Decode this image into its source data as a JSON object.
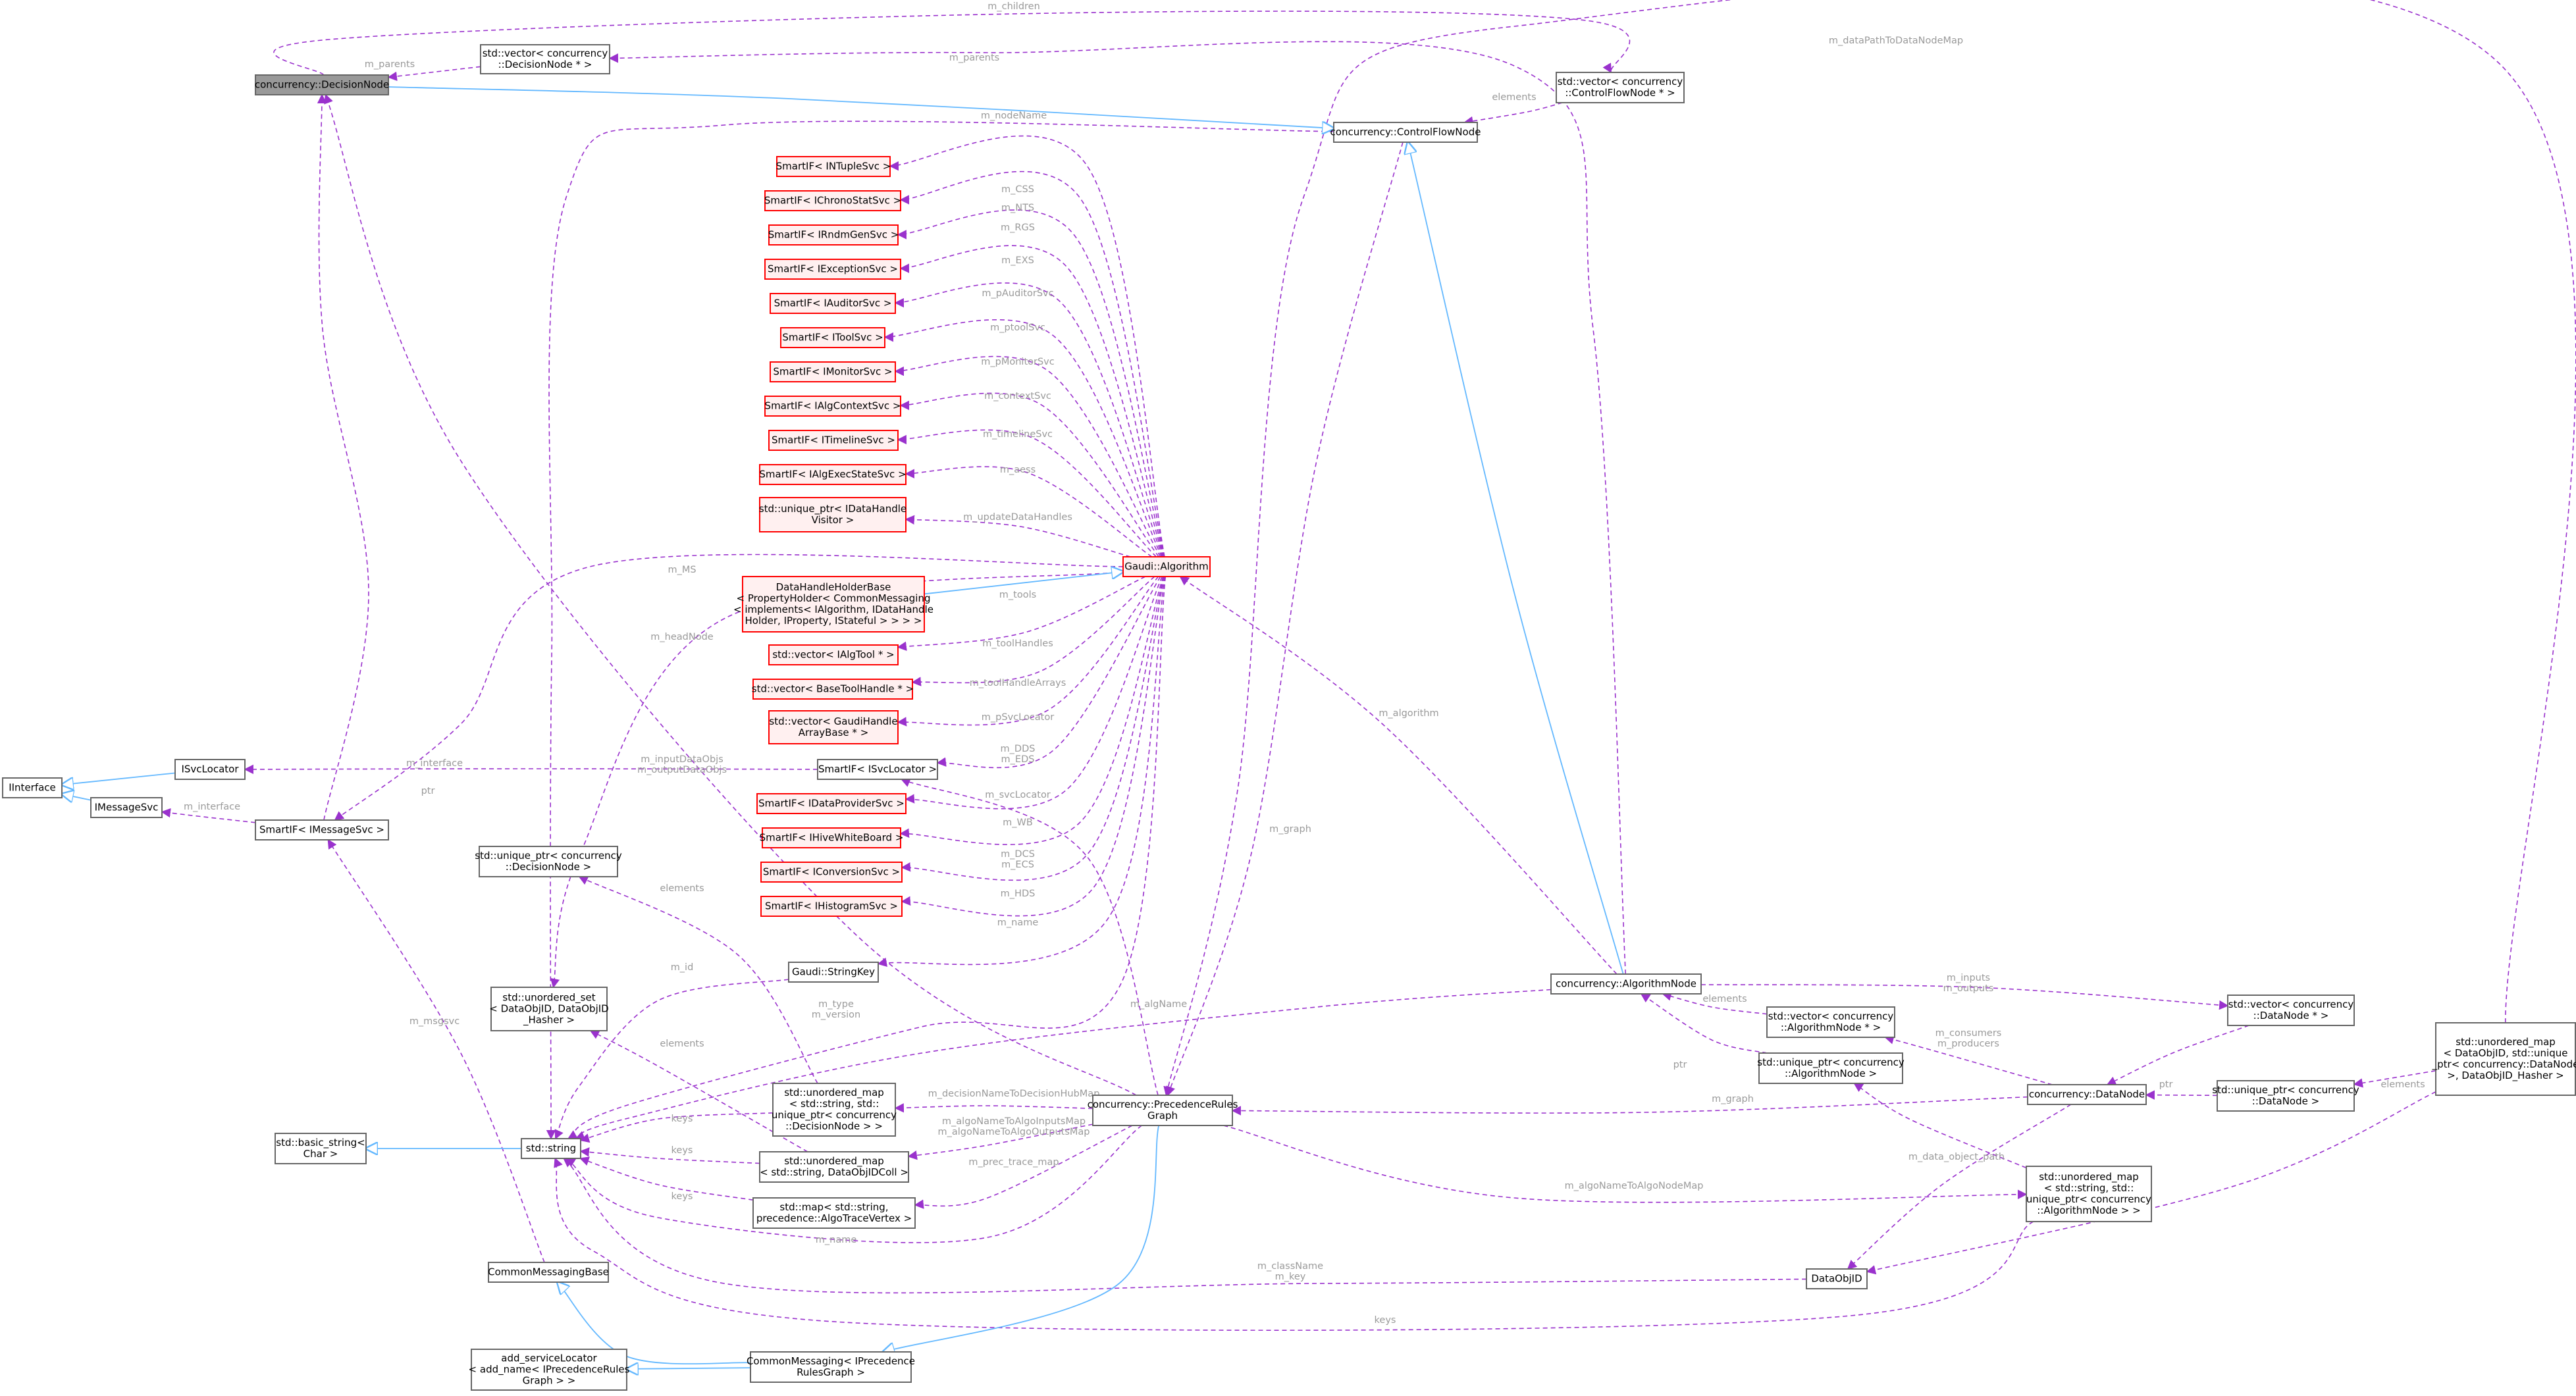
{
  "colors": {
    "normal_border": "#666666",
    "normal_fill": "#ffffff",
    "undocumented_border": "#ff0000",
    "undocumented_fill": "#fff0f0",
    "focus_fill": "#999999",
    "focus_border": "#666666",
    "usage_edge": "#9a32cd",
    "inheritance_edge": "#63b8ff",
    "label_text": "#9a9a9a"
  },
  "nodes": [
    {
      "id": "decisionnode",
      "lines": [
        "concurrency::DecisionNode"
      ],
      "style": "focus"
    },
    {
      "id": "vec_decisionnode",
      "lines": [
        "std::vector< concurrency",
        "::DecisionNode * >"
      ],
      "style": "normal"
    },
    {
      "id": "vec_cfnode",
      "lines": [
        "std::vector< concurrency",
        "::ControlFlowNode * >"
      ],
      "style": "normal"
    },
    {
      "id": "controlflownode",
      "lines": [
        "concurrency::ControlFlowNode"
      ],
      "style": "normal"
    },
    {
      "id": "sp_ntuple",
      "lines": [
        "SmartIF< INTupleSvc >"
      ],
      "style": "undoc"
    },
    {
      "id": "sp_chrono",
      "lines": [
        "SmartIF< IChronoStatSvc >"
      ],
      "style": "undoc"
    },
    {
      "id": "sp_rndm",
      "lines": [
        "SmartIF< IRndmGenSvc >"
      ],
      "style": "undoc"
    },
    {
      "id": "sp_exception",
      "lines": [
        "SmartIF< IExceptionSvc >"
      ],
      "style": "undoc"
    },
    {
      "id": "sp_auditor",
      "lines": [
        "SmartIF< IAuditorSvc >"
      ],
      "style": "undoc"
    },
    {
      "id": "sp_tool",
      "lines": [
        "SmartIF< IToolSvc >"
      ],
      "style": "undoc"
    },
    {
      "id": "sp_monitor",
      "lines": [
        "SmartIF< IMonitorSvc >"
      ],
      "style": "undoc"
    },
    {
      "id": "sp_algcontext",
      "lines": [
        "SmartIF< IAlgContextSvc >"
      ],
      "style": "undoc"
    },
    {
      "id": "sp_timeline",
      "lines": [
        "SmartIF< ITimelineSvc >"
      ],
      "style": "undoc"
    },
    {
      "id": "sp_algexec",
      "lines": [
        "SmartIF< IAlgExecStateSvc >"
      ],
      "style": "undoc"
    },
    {
      "id": "uptr_datahandle",
      "lines": [
        "std::unique_ptr< IDataHandle",
        "Visitor >"
      ],
      "style": "undoc"
    },
    {
      "id": "gaudi_algorithm",
      "lines": [
        "Gaudi::Algorithm"
      ],
      "style": "undoc"
    },
    {
      "id": "datahandleholder",
      "lines": [
        "DataHandleHolderBase",
        "< PropertyHolder< CommonMessaging",
        "< implements< IAlgorithm, IDataHandle",
        "Holder, IProperty, IStateful > > > >"
      ],
      "style": "undoc"
    },
    {
      "id": "vec_algtool",
      "lines": [
        "std::vector< IAlgTool * >"
      ],
      "style": "undoc"
    },
    {
      "id": "vec_basetoolhandle",
      "lines": [
        "std::vector< BaseToolHandle * >"
      ],
      "style": "undoc"
    },
    {
      "id": "vec_gaudihandle",
      "lines": [
        "std::vector< GaudiHandle",
        "ArrayBase * >"
      ],
      "style": "undoc"
    },
    {
      "id": "sp_svclocator",
      "lines": [
        "SmartIF< ISvcLocator >"
      ],
      "style": "normal"
    },
    {
      "id": "sp_dataprovider",
      "lines": [
        "SmartIF< IDataProviderSvc >"
      ],
      "style": "undoc"
    },
    {
      "id": "sp_hivewb",
      "lines": [
        "SmartIF< IHiveWhiteBoard >"
      ],
      "style": "undoc"
    },
    {
      "id": "sp_conversion",
      "lines": [
        "SmartIF< IConversionSvc >"
      ],
      "style": "undoc"
    },
    {
      "id": "sp_histogram",
      "lines": [
        "SmartIF< IHistogramSvc >"
      ],
      "style": "undoc"
    },
    {
      "id": "stringkey",
      "lines": [
        "Gaudi::StringKey"
      ],
      "style": "normal"
    },
    {
      "id": "iinterface",
      "lines": [
        "IInterface"
      ],
      "style": "normal"
    },
    {
      "id": "isvclocator",
      "lines": [
        "ISvcLocator"
      ],
      "style": "normal"
    },
    {
      "id": "imessagesvc",
      "lines": [
        "IMessageSvc"
      ],
      "style": "normal"
    },
    {
      "id": "sp_messagesvc",
      "lines": [
        "SmartIF< IMessageSvc >"
      ],
      "style": "normal"
    },
    {
      "id": "uptr_decisionnode",
      "lines": [
        "std::unique_ptr< concurrency",
        "::DecisionNode >"
      ],
      "style": "normal"
    },
    {
      "id": "uset_dataobjid",
      "lines": [
        "std::unordered_set",
        "< DataObjID, DataObjID",
        "_Hasher >"
      ],
      "style": "normal"
    },
    {
      "id": "basic_string",
      "lines": [
        "std::basic_string<",
        "Char >"
      ],
      "style": "normal"
    },
    {
      "id": "std_string",
      "lines": [
        "std::string"
      ],
      "style": "normal"
    },
    {
      "id": "umap_decisionnode",
      "lines": [
        "std::unordered_map",
        "< std::string, std::",
        "unique_ptr< concurrency",
        "::DecisionNode > >"
      ],
      "style": "normal"
    },
    {
      "id": "umap_dataobjidcoll",
      "lines": [
        "std::unordered_map",
        "< std::string, DataObjIDColl >"
      ],
      "style": "normal"
    },
    {
      "id": "map_algotrace",
      "lines": [
        "std::map< std::string,",
        "precedence::AlgoTraceVertex >"
      ],
      "style": "normal"
    },
    {
      "id": "commonmessagingbase",
      "lines": [
        "CommonMessagingBase"
      ],
      "style": "normal"
    },
    {
      "id": "add_servicelocator",
      "lines": [
        "add_serviceLocator",
        "< add_name< IPrecedenceRules",
        "Graph > >"
      ],
      "style": "normal"
    },
    {
      "id": "commonmessaging_prg",
      "lines": [
        "CommonMessaging< IPrecedence",
        "RulesGraph >"
      ],
      "style": "normal"
    },
    {
      "id": "precedencerulesgraph",
      "lines": [
        "concurrency::PrecedenceRules",
        "Graph"
      ],
      "style": "normal"
    },
    {
      "id": "algorithmnode",
      "lines": [
        "concurrency::AlgorithmNode"
      ],
      "style": "normal"
    },
    {
      "id": "vec_datanode",
      "lines": [
        "std::vector< concurrency",
        "::DataNode * >"
      ],
      "style": "normal"
    },
    {
      "id": "vec_algnode",
      "lines": [
        "std::vector< concurrency",
        "::AlgorithmNode * >"
      ],
      "style": "normal"
    },
    {
      "id": "uptr_algnode",
      "lines": [
        "std::unique_ptr< concurrency",
        "::AlgorithmNode >"
      ],
      "style": "normal"
    },
    {
      "id": "datanode",
      "lines": [
        "concurrency::DataNode"
      ],
      "style": "normal"
    },
    {
      "id": "uptr_datanode",
      "lines": [
        "std::unique_ptr< concurrency",
        "::DataNode >"
      ],
      "style": "normal"
    },
    {
      "id": "umap_dataobjid",
      "lines": [
        "std::unordered_map",
        "< DataObjID, std::unique",
        "_ptr< concurrency::DataNode",
        " >, DataObjID_Hasher >"
      ],
      "style": "normal"
    },
    {
      "id": "umap_algnode",
      "lines": [
        "std::unordered_map",
        "< std::string, std::",
        "unique_ptr< concurrency",
        "::AlgorithmNode > >"
      ],
      "style": "normal"
    },
    {
      "id": "dataobjid",
      "lines": [
        "DataObjID"
      ],
      "style": "normal"
    }
  ],
  "edge_labels": [
    "m_children",
    "m_parents",
    "m_parents",
    "elements",
    "m_dataPathToDataNodeMap",
    "m_nodeName",
    "m_NTS",
    "m_CSS",
    "m_RGS",
    "m_EXS",
    "m_pAuditorSvc",
    "m_ptoolSvc",
    "m_pMonitorSvc",
    "m_contextSvc",
    "m_timelineSvc",
    "m_aess",
    "m_updateDataHandles",
    "m_MS",
    "m_headNode",
    "m_tools",
    "m_toolHandles",
    "m_toolHandleArrays",
    "m_pSvcLocator",
    "m_interface",
    "m_inputDataObjs\nm_outputDataObjs",
    "m_interface",
    "ptr",
    "m_DDS\nm_EDS",
    "m_svcLocator",
    "m_WB",
    "m_DCS\nm_ECS",
    "m_HDS",
    "m_name",
    "elements",
    "m_id",
    "m_type\nm_version",
    "m_algName",
    "elements",
    "m_msgsvc",
    "m_graph",
    "m_algorithm",
    "m_inputs\nm_outputs",
    "elements",
    "elements",
    "ptr",
    "m_consumers\nm_producers",
    "m_graph",
    "ptr",
    "elements",
    "keys",
    "m_decisionNameToDecisionHubMap",
    "m_algoNameToAlgoInputsMap\nm_algoNameToAlgoOutputsMap",
    "keys",
    "keys",
    "keys",
    "m_prec_trace_map",
    "m_name",
    "m_algoNameToAlgoNodeMap",
    "m_data_object_path",
    "m_className\nm_key",
    "keys"
  ]
}
